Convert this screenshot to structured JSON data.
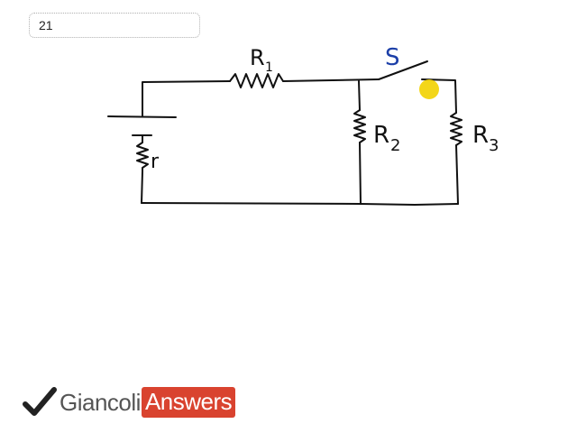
{
  "page": {
    "number": "21"
  },
  "circuit": {
    "labels": {
      "r1": "R",
      "r1_sub": "1",
      "r2": "R",
      "r2_sub": "2",
      "r3": "R",
      "r3_sub": "3",
      "internal": "r",
      "switch": "S"
    },
    "colors": {
      "ink": "#111111",
      "switch_label": "#1c3fa8",
      "pointer": "#f2d200"
    }
  },
  "logo": {
    "word1": "Giancoli",
    "word2": "Answers",
    "accent": "#d9432f"
  }
}
